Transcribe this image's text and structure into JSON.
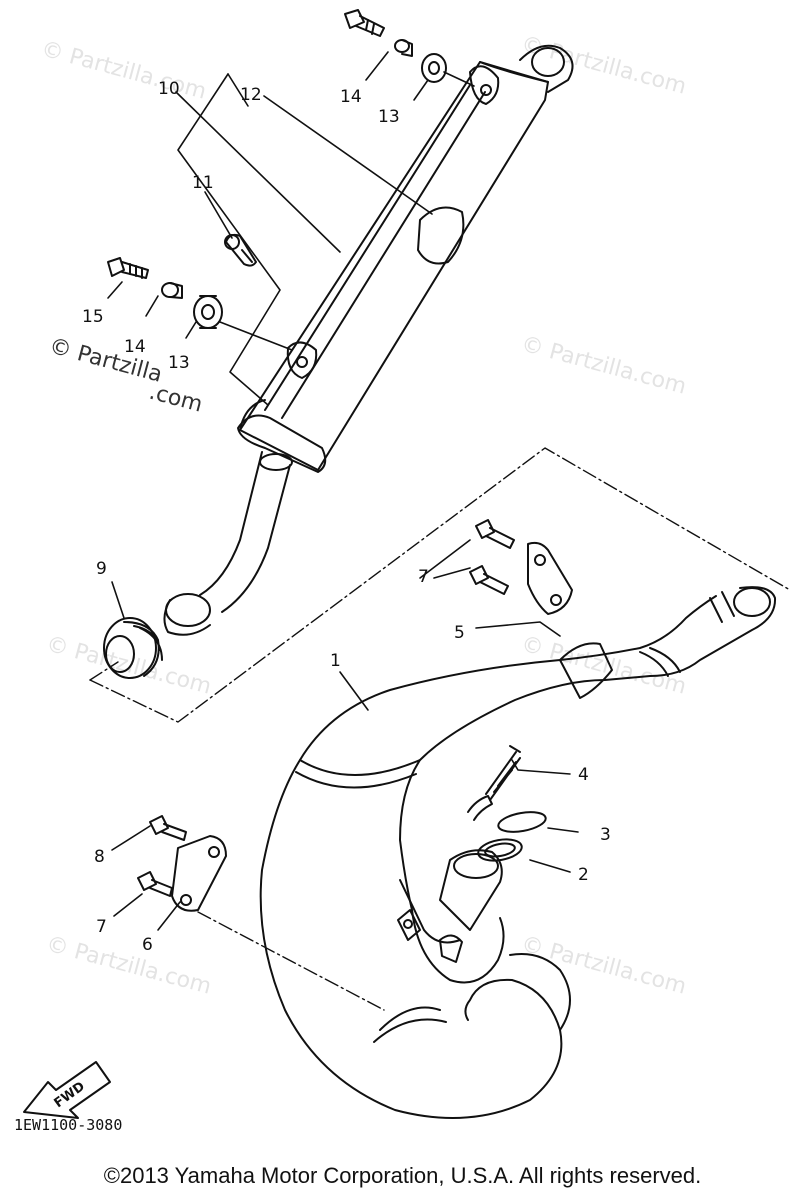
{
  "watermarks": {
    "text": "© Partzilla.com",
    "strong_line1": "© Partzilla",
    "strong_line2": ".com"
  },
  "callouts": [
    {
      "label": "1"
    },
    {
      "label": "2"
    },
    {
      "label": "3"
    },
    {
      "label": "4"
    },
    {
      "label": "5"
    },
    {
      "label": "6"
    },
    {
      "label": "7"
    },
    {
      "label": "7"
    },
    {
      "label": "8"
    },
    {
      "label": "9"
    },
    {
      "label": "10"
    },
    {
      "label": "11"
    },
    {
      "label": "12"
    },
    {
      "label": "13"
    },
    {
      "label": "13"
    },
    {
      "label": "14"
    },
    {
      "label": "14"
    },
    {
      "label": "15"
    }
  ],
  "fwd_label": "FWD",
  "diagram_code": "1EW1100-3080",
  "copyright": "©2013  Yamaha Motor Corporation, U.S.A. All rights reserved."
}
